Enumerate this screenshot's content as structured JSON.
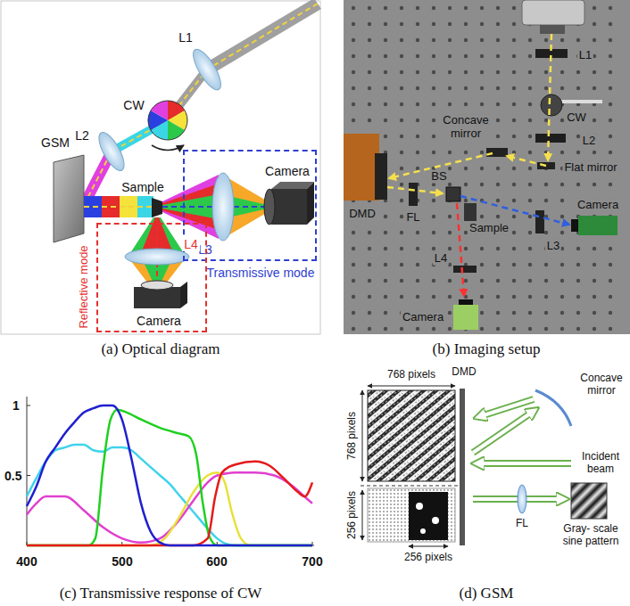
{
  "diagram": {
    "nodes": [
      {
        "text": [
          "L3",
          "Camera",
          "Transmissive mode"
        ]
      },
      {
        "text": [
          "L4",
          "Camera",
          "Reflective mode"
        ]
      }
    ],
    "labels": [
      "L1",
      "CW",
      "L2",
      "GSM",
      "Sample",
      "L1",
      "CW",
      "Concave mirror",
      "L2",
      "Flat mirror",
      "DMD",
      "BS",
      "Camera",
      "FL",
      "Sample",
      "L3",
      "L4",
      "Camera",
      "(a) Optical diagram",
      "(b) Imaging setup",
      "1",
      "0.5",
      "400",
      "500",
      "600",
      "700",
      "(c) Transmissive response of CW",
      "768 pixels",
      "768 pixels",
      "256 pixels",
      "256 pixels",
      "DMD",
      "Concave mirror",
      "Incident beam",
      "FL",
      "Gray- scale sine pattern",
      "(d) GSM"
    ]
  }
}
